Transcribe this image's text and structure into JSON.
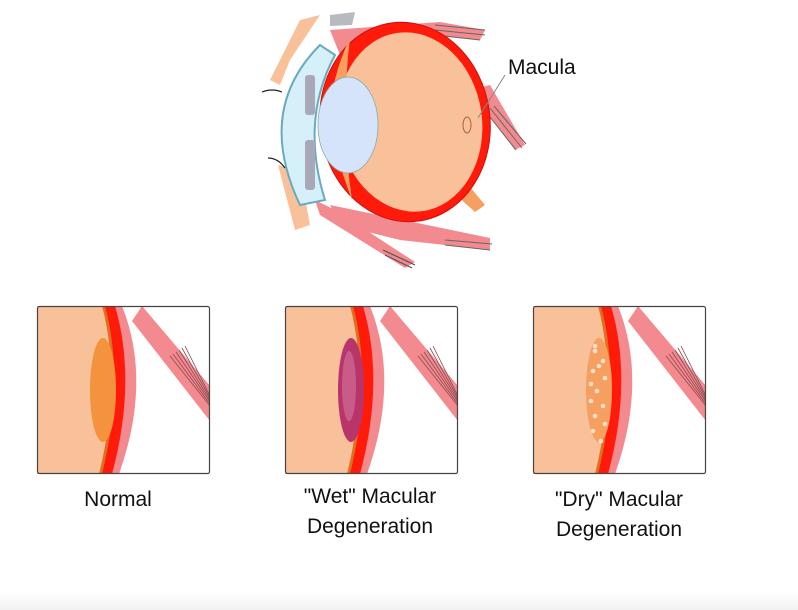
{
  "labels": {
    "macula": "Macula",
    "normal": "Normal",
    "wet_line1": "\"Wet\" Macular",
    "wet_line2": "Degeneration",
    "dry_line1": "\"Dry\" Macular",
    "dry_line2": "Degeneration"
  },
  "colors": {
    "vitreous": "#f9c19a",
    "choroid": "#ff1a0a",
    "sclera": "#f28a8f",
    "lens": "#d6e4fb",
    "cornea": "#d5f0f8",
    "macula_normal": "#f5923e",
    "macula_wet": "#b8356b",
    "macula_dry": "#f5a060"
  }
}
